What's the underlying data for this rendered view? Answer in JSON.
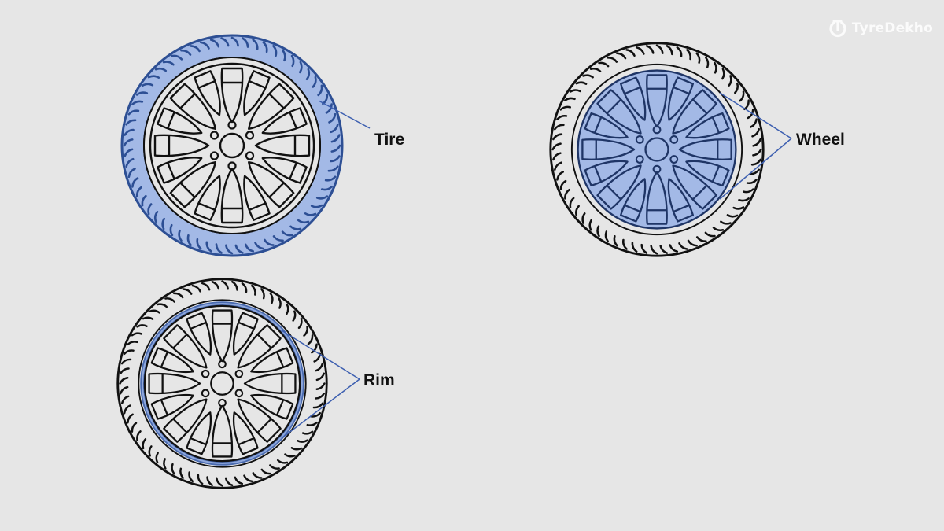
{
  "brand": {
    "name": "TyreDekho",
    "icon": "tyredekho-logo-icon"
  },
  "colors": {
    "background": "#e6e6e6",
    "highlight_fill": "#a3b9e6",
    "highlight_stroke": "#4a6bb0",
    "leader_line": "#3d5fb0",
    "outline": "#111111"
  },
  "diagrams": [
    {
      "id": "tire",
      "label": "Tire",
      "highlight": "tire"
    },
    {
      "id": "wheel",
      "label": "Wheel",
      "highlight": "wheel"
    },
    {
      "id": "rim",
      "label": "Rim",
      "highlight": "rim"
    }
  ]
}
